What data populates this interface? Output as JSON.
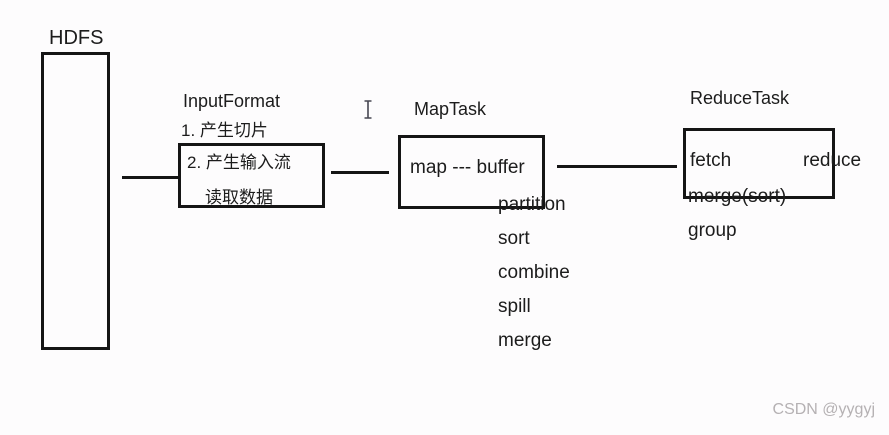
{
  "page": {
    "background": "#fdfcfd",
    "line_color": "#151515",
    "text_color": "#1c1c1c"
  },
  "diagram": {
    "hdfs": {
      "label": "HDFS"
    },
    "input_format": {
      "title": "InputFormat",
      "step1": "1. 产生切片",
      "step2": "2. 产生输入流",
      "step2_detail": "读取数据"
    },
    "map_task": {
      "title": "MapTask",
      "box_label": "map --- buffer",
      "steps": [
        "partition",
        "sort",
        "combine",
        "spill",
        "merge"
      ]
    },
    "reduce_task": {
      "title": "ReduceTask",
      "box_left_label": "fetch",
      "box_right_label": "reduce",
      "merge_label": "merge(sort)",
      "group_label": "group"
    }
  },
  "cursor": {
    "icon": "text-ibeam-cursor",
    "color": "#474752"
  },
  "watermark": {
    "text": "CSDN @yygyj",
    "color": "#b5b1b3"
  }
}
